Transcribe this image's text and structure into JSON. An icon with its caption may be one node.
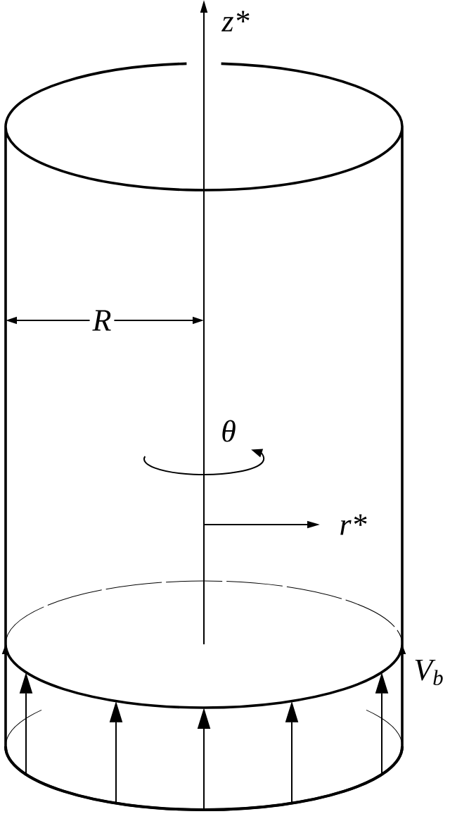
{
  "diagram": {
    "labels": [
      "z*",
      "R",
      "θ",
      "r*",
      "V$_{b}$"
    ]
  }
}
